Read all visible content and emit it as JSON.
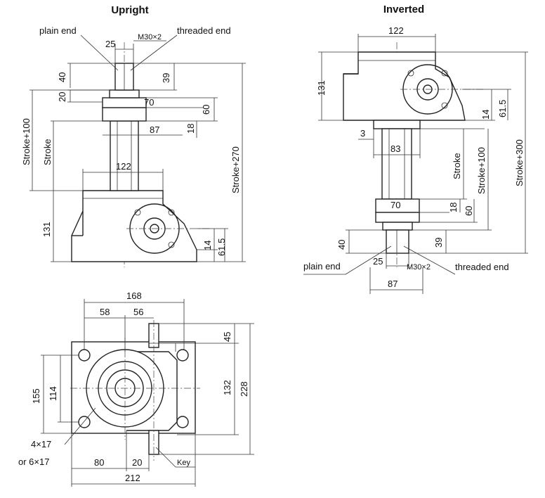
{
  "titles": {
    "upright": "Upright",
    "inverted": "Inverted"
  },
  "upright": {
    "plain_end": "plain end",
    "thread_spec": "M30×2",
    "threaded_end": "threaded end",
    "dim_25": "25",
    "dim_40": "40",
    "dim_39": "39",
    "dim_20": "20",
    "dim_70": "70",
    "dim_60": "60",
    "dim_18": "18",
    "dim_87": "87",
    "dim_122": "122",
    "stroke_100": "Stroke+100",
    "stroke": "Stroke",
    "stroke_270": "Stroke+270",
    "dim_131": "131",
    "dim_14": "14",
    "dim_61_5": "61.5"
  },
  "inverted": {
    "dim_122": "122",
    "dim_131": "131",
    "dim_14": "14",
    "dim_61_5": "61.5",
    "dim_3": "3",
    "dim_83": "83",
    "stroke": "Stroke",
    "stroke_100": "Stroke+100",
    "stroke_300": "Stroke+300",
    "dim_70": "70",
    "dim_18": "18",
    "dim_60": "60",
    "dim_40": "40",
    "dim_39": "39",
    "plain_end": "plain end",
    "dim_25": "25",
    "thread_spec": "M30×2",
    "threaded_end": "threaded end",
    "dim_87": "87"
  },
  "top_view": {
    "dim_168": "168",
    "dim_58": "58",
    "dim_56": "56",
    "dim_45": "45",
    "dim_155": "155",
    "dim_114": "114",
    "dim_132": "132",
    "dim_228": "228",
    "holes_4": "4×17",
    "holes_6": "or 6×17",
    "dim_80": "80",
    "dim_20": "20",
    "key": "Key",
    "dim_212": "212"
  }
}
